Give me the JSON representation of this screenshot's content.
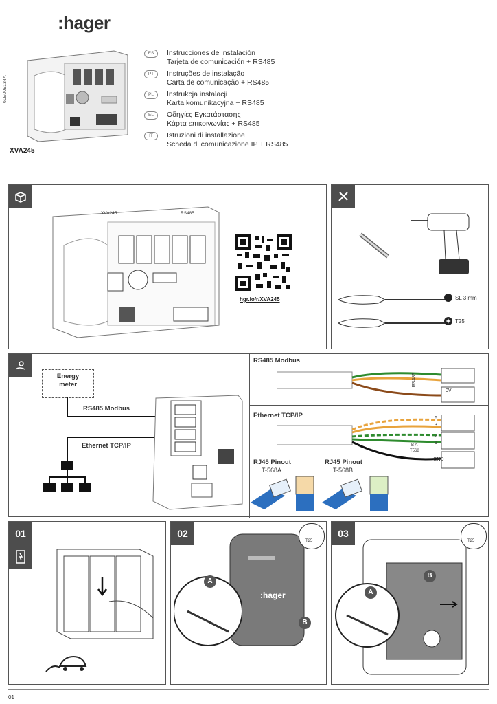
{
  "brand": {
    "logo_text": ":hager"
  },
  "doc_code": "6LE009134A",
  "model": "XVA245",
  "languages": [
    {
      "code": "ES",
      "line1": "Instrucciones de instalación",
      "line2": "Tarjeta de comunicación + RS485"
    },
    {
      "code": "PT",
      "line1": "Instruções de instalação",
      "line2": "Carta de comunicação + RS485"
    },
    {
      "code": "PL",
      "line1": "Instrukcja instalacji",
      "line2": "Karta komunikacyjna + RS485"
    },
    {
      "code": "EL",
      "line1": "Οδηγίες Εγκατάστασης",
      "line2": "Κάρτα επικοινωνίας + RS485"
    },
    {
      "code": "IT",
      "line1": "Istruzioni di installazione",
      "line2": "Scheda di comunicazione IP + RS485"
    }
  ],
  "box_panel": {
    "board_label": "XVA245",
    "rs485_label": "RS485",
    "qr_caption": "hgr.io/r/XVA245"
  },
  "tools_panel": {
    "tool1": "SL 3 mm",
    "tool2": "T25"
  },
  "wiring_panel": {
    "energy_meter": "Energy meter",
    "rs485_modbus": "RS485 Modbus",
    "ethernet": "Ethernet TCP/IP",
    "rs485_title": "RS485 Modbus",
    "rs485_vertical": "RS485",
    "zero_v": "0V",
    "ethernet_title": "Ethernet TCP/IP",
    "eth_pins": [
      "6",
      "3",
      "2",
      "1"
    ],
    "gnd": "GND",
    "ba": "B A",
    "t568": "T568",
    "pinout_a_title": "RJ45 Pinout",
    "pinout_a_sub": "T-568A",
    "pinout_b_title": "RJ45 Pinout",
    "pinout_b_sub": "T-568B"
  },
  "steps": [
    {
      "num": "01"
    },
    {
      "num": "02",
      "tool": "T25",
      "callouts": [
        "A",
        "B"
      ],
      "device_logo": ":hager"
    },
    {
      "num": "03",
      "tool": "T25",
      "callouts": [
        "A",
        "B"
      ]
    }
  ],
  "page_number": "01"
}
